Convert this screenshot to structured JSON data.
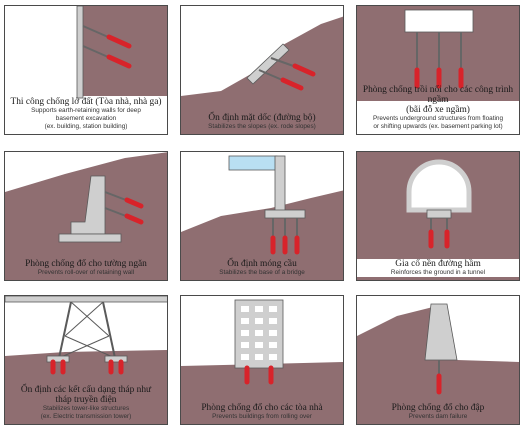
{
  "colors": {
    "ground": "#8f6e71",
    "ground_dark": "#7b5c5f",
    "concrete": "#cfcfcf",
    "concrete_edge": "#5a5a5a",
    "anchor_head": "#d8232a",
    "water": "#b9dff2",
    "border": "#4a4a4a"
  },
  "panels": [
    {
      "vi": "Thi công chống lở đất (Tòa nhà, nhà ga)",
      "en_lines": [
        "Supports earth-retaining walls for deep",
        "basement excavation",
        "(ex. building, station building)"
      ]
    },
    {
      "vi": "Ổn định mặt dốc (đường bộ)",
      "en_lines": [
        "Stabilizes the slopes (ex. rode slopes)"
      ]
    },
    {
      "vi": "Phòng chống trồi nổi cho các công trình ngầm",
      "vi2": "(bãi đỗ xe ngầm)",
      "en_lines": [
        "Prevents underground structures from floating",
        "or shifting upwards (ex. basement parking lot)"
      ]
    },
    {
      "vi": "Phòng chống đổ cho tường ngăn",
      "en_lines": [
        "Prevents roll-over of retaining wall"
      ]
    },
    {
      "vi": "Ổn định móng cầu",
      "en_lines": [
        "Stabilizes the base of a bridge"
      ]
    },
    {
      "vi": "Gia cố nền đường hầm",
      "en_lines": [
        "Reinforces the ground in a tunnel"
      ]
    },
    {
      "vi": "Ổn định các kết cấu dạng tháp như",
      "vi2": "tháp truyền điện",
      "en_lines": [
        "Stabilizes tower-like structures",
        "(ex. Electric transmission tower)"
      ]
    },
    {
      "vi": "Phòng chống đổ cho các tòa nhà",
      "en_lines": [
        "Prevents buildings from rolling over"
      ]
    },
    {
      "vi": "Phòng chống đổ cho đập",
      "en_lines": [
        "Prevents dam failure"
      ]
    }
  ]
}
